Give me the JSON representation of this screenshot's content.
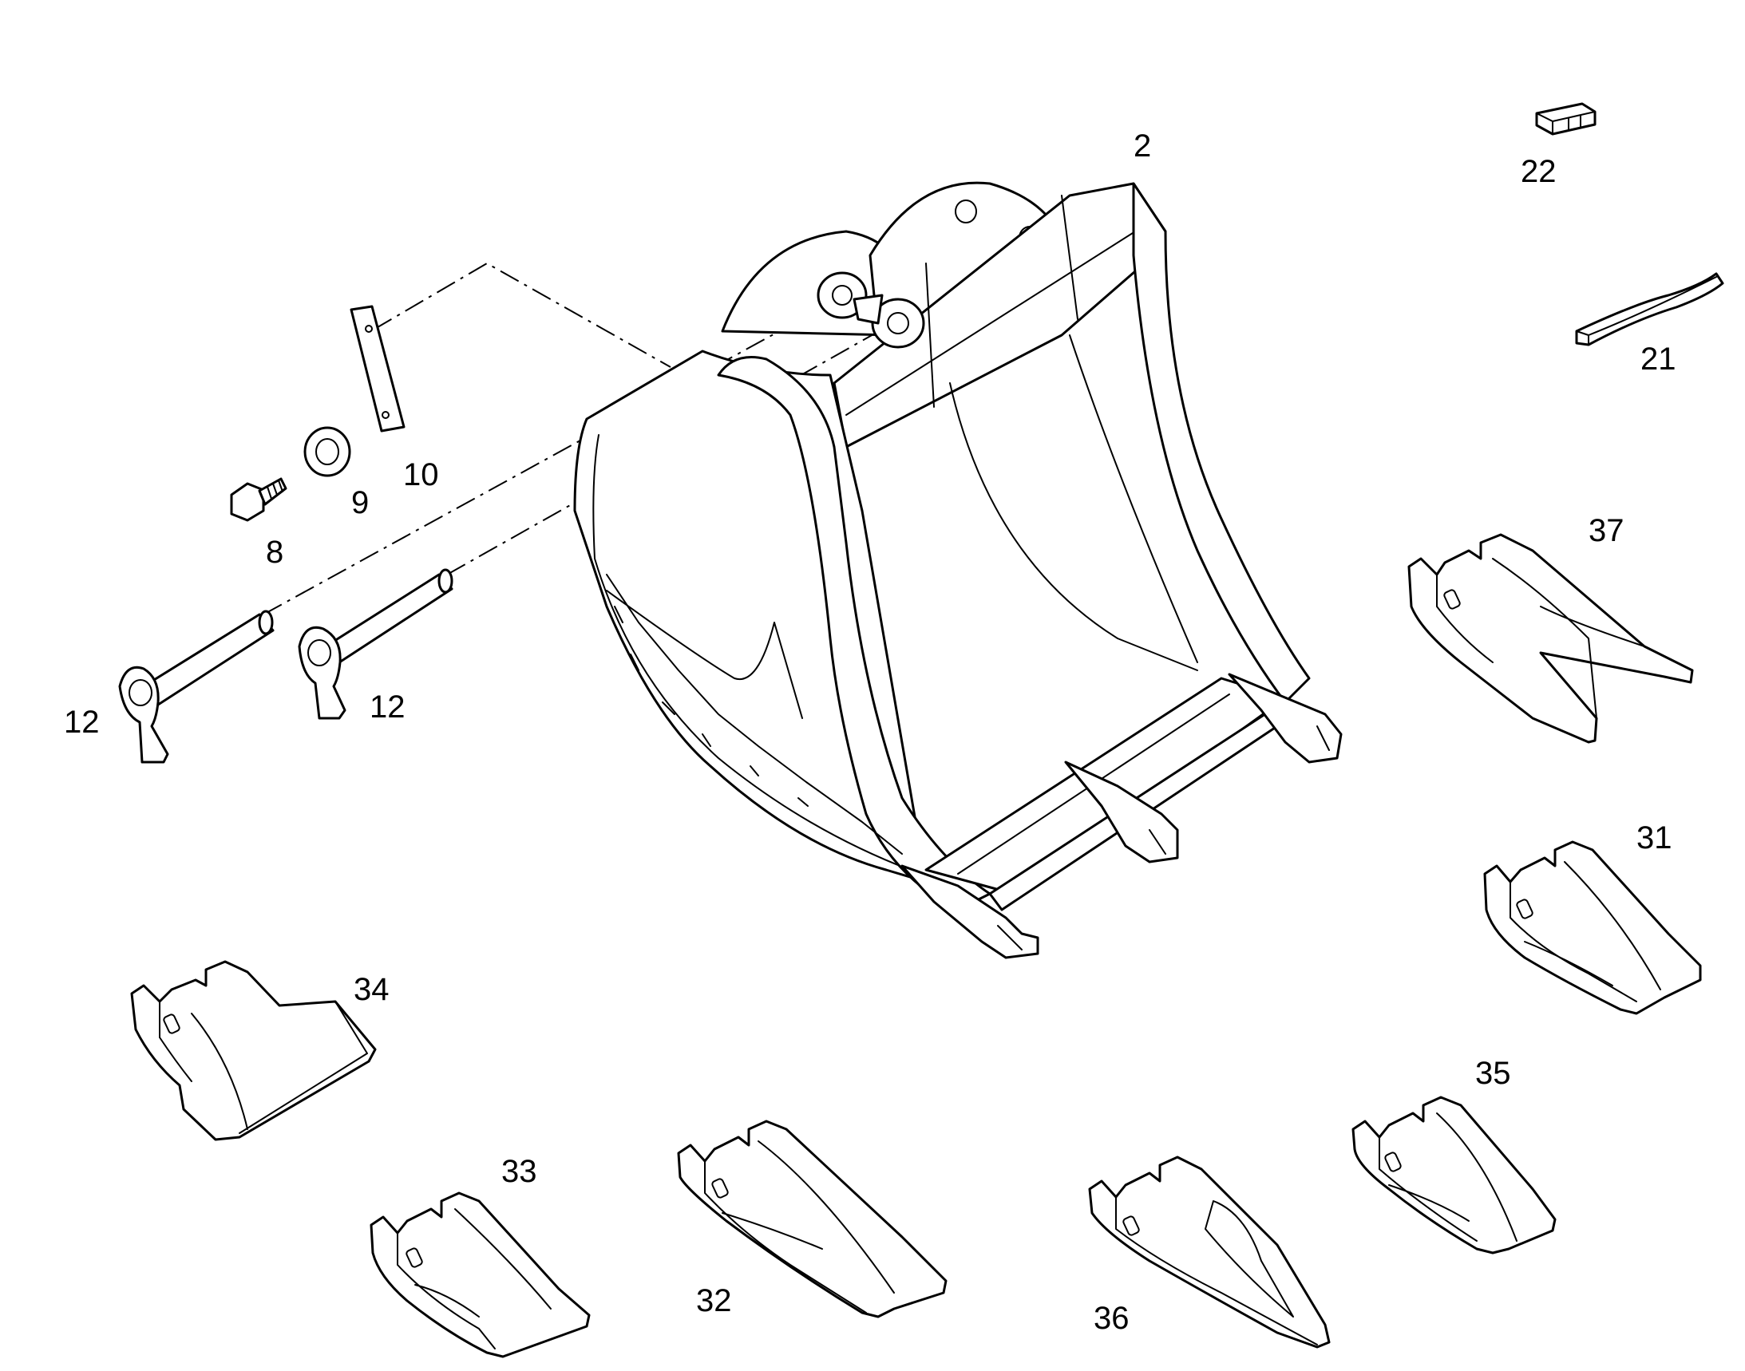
{
  "callouts": {
    "bucket": "2",
    "bolt": "8",
    "washer": "9",
    "plate": "10",
    "pin_left": "12",
    "pin_right": "12",
    "wear_strip": "21",
    "block": "22",
    "tooth_31": "31",
    "tooth_32": "32",
    "tooth_33": "33",
    "tooth_34": "34",
    "tooth_35": "35",
    "tooth_36": "36",
    "tooth_37": "37"
  }
}
